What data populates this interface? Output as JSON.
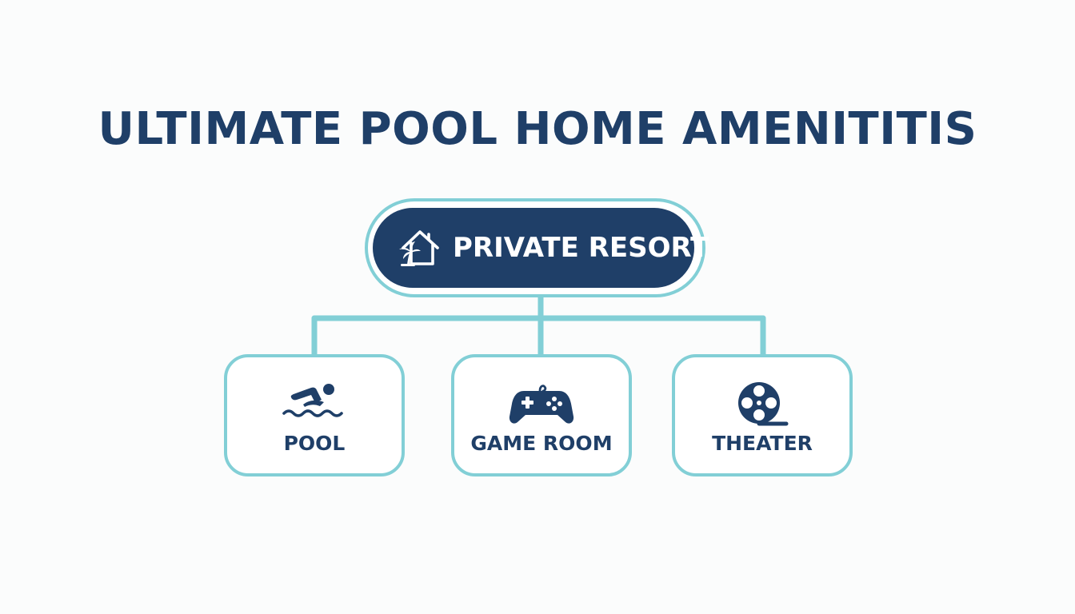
{
  "title": "ULTIMATE POOL HOME AMENITITIS",
  "colors": {
    "primary": "#1f3f68",
    "accent": "#82cfd6",
    "background": "#fbfcfc"
  },
  "root": {
    "label": "PRIVATE RESORT",
    "icon": "house-palm-icon"
  },
  "children": [
    {
      "label": "POOL",
      "icon": "swimmer-icon"
    },
    {
      "label": "GAME ROOM",
      "icon": "game-controller-icon"
    },
    {
      "label": "THEATER",
      "icon": "film-reel-icon"
    }
  ]
}
